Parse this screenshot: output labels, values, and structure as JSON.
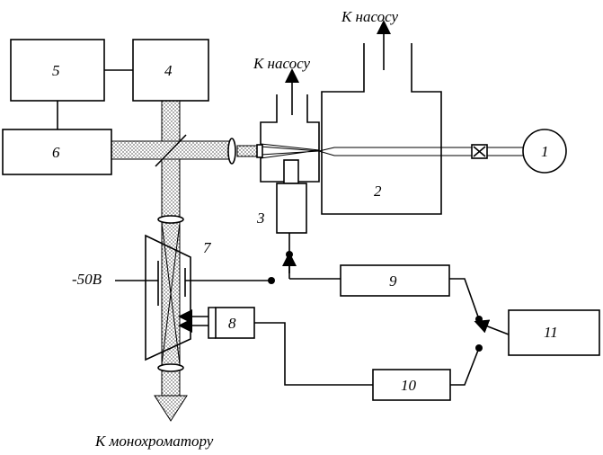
{
  "labels": {
    "pump_top": "К насосу",
    "pump_mid": "К насосу",
    "monochromator": "К монохроматору",
    "voltage": "-50В",
    "n1": "1",
    "n2": "2",
    "n3": "3",
    "n4": "4",
    "n5": "5",
    "n6": "6",
    "n7": "7",
    "n8": "8",
    "n9": "9",
    "n10": "10",
    "n11": "11"
  },
  "colors": {
    "beam_fill": "#d9d9d9",
    "line": "#000000"
  }
}
